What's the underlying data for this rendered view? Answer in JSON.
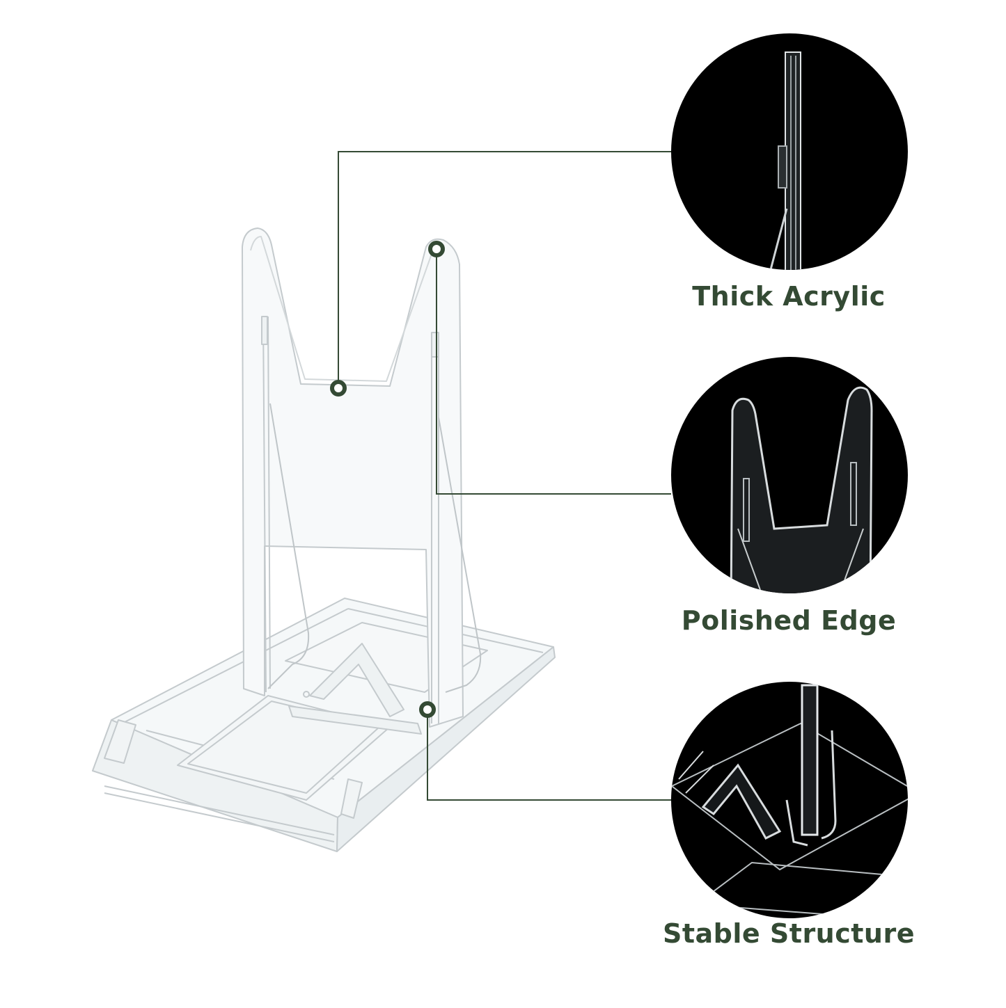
{
  "colors": {
    "accent": "#344a34",
    "circle_bg": "#000000",
    "acrylic_edge": "#c9ced1",
    "acrylic_face": "#eef2f3"
  },
  "features": [
    {
      "label": "Thick Acrylic"
    },
    {
      "label": "Polished Edge"
    },
    {
      "label": "Stable Structure"
    }
  ]
}
